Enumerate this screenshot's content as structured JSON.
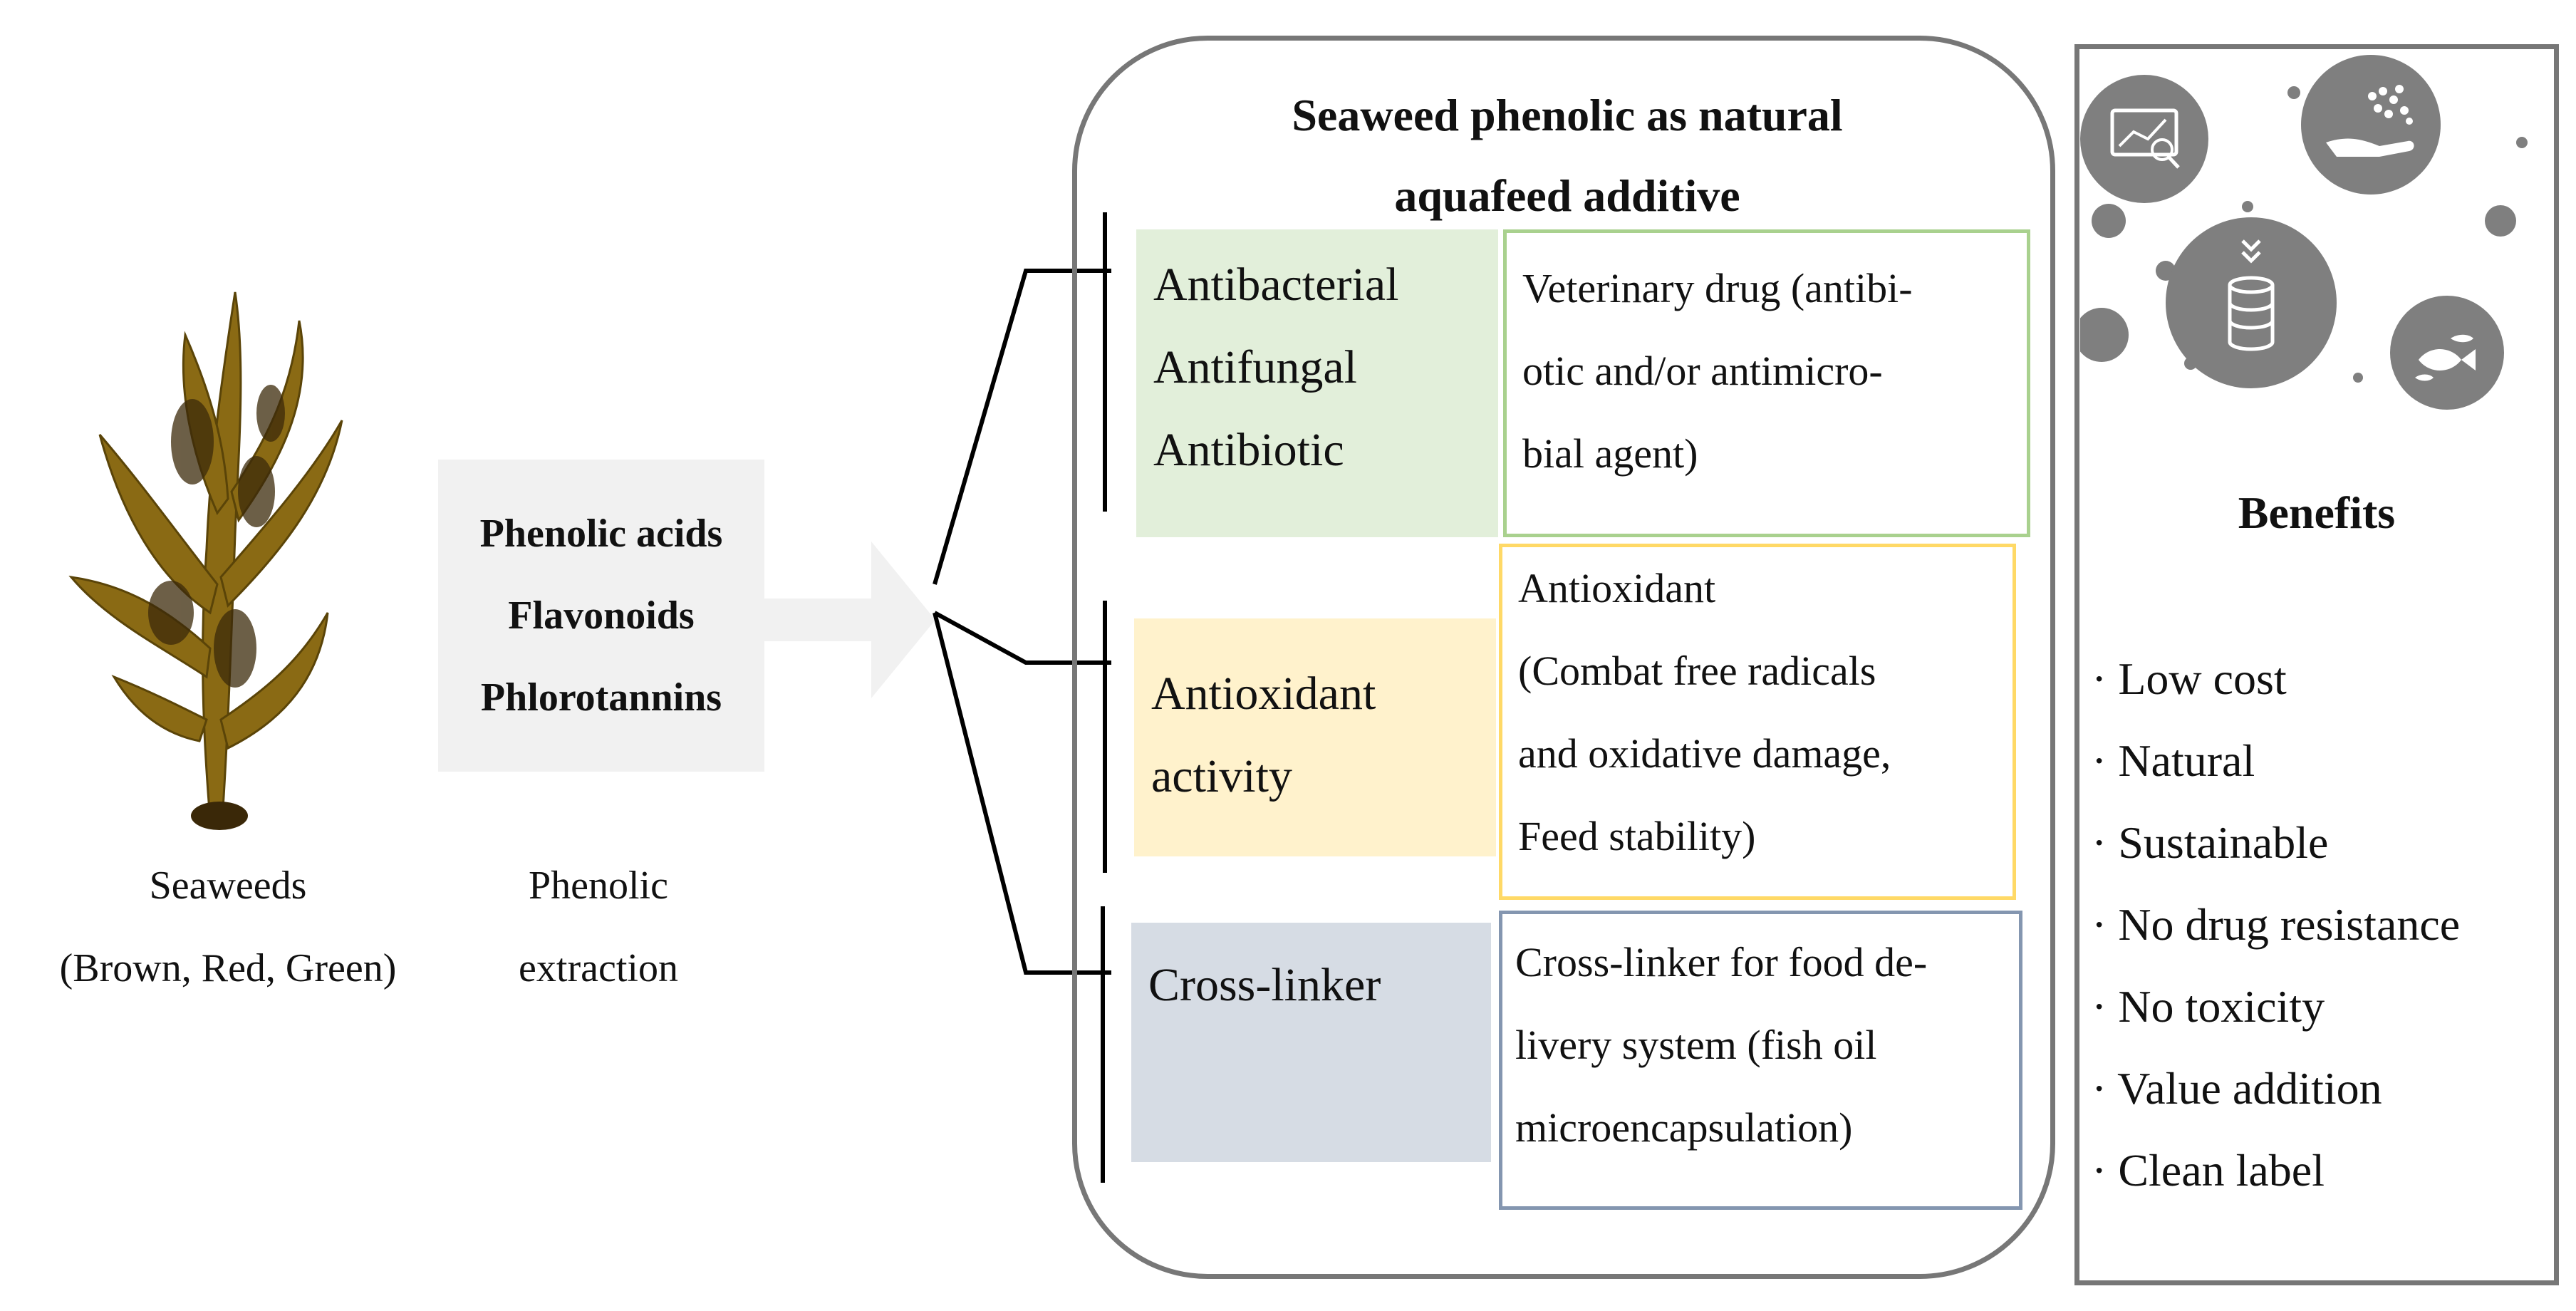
{
  "left": {
    "seaweed_caption": [
      "Seaweeds",
      "(Brown, Red, Green)"
    ],
    "extraction_caption": [
      "Phenolic",
      "extraction"
    ]
  },
  "phenolics": [
    "Phenolic acids",
    "Flavonoids",
    "Phlorotannins"
  ],
  "panel": {
    "title": [
      "Seaweed phenolic as natural",
      "aquafeed additive"
    ],
    "rows": [
      {
        "category": [
          "Antibacterial",
          "Antifungal",
          "Antibiotic"
        ],
        "description": [
          "Veterinary drug (antibi-",
          "otic and/or antimicro-",
          "bial agent)"
        ]
      },
      {
        "category": [
          "Antioxidant",
          "activity"
        ],
        "description": [
          "Antioxidant",
          "(Combat free radicals",
          "and oxidative damage,",
          "Feed stability)"
        ]
      },
      {
        "category": [
          "Cross-linker"
        ],
        "description": [
          "Cross-linker for food de-",
          "livery system (fish oil",
          "microencapsulation)"
        ]
      }
    ]
  },
  "benefits": {
    "title": "Benefits",
    "items": [
      "· Low cost",
      "· Natural",
      "· Sustainable",
      "· No drug resistance",
      "· No toxicity",
      "· Value addition",
      "· Clean label"
    ]
  },
  "colors": {
    "antibacterial_fill": "#e2efda",
    "antibacterial_border": "#a9d18e",
    "antioxidant_fill": "#fff2cc",
    "antioxidant_border": "#ffd966",
    "crosslinker_fill": "#d6dce4",
    "crosslinker_border": "#8496b0",
    "icon_circle": "#7f7f7f"
  },
  "icons": [
    "monitor-chart-icon",
    "hand-feed-icon",
    "coin-stack-icon",
    "fish-icon"
  ]
}
